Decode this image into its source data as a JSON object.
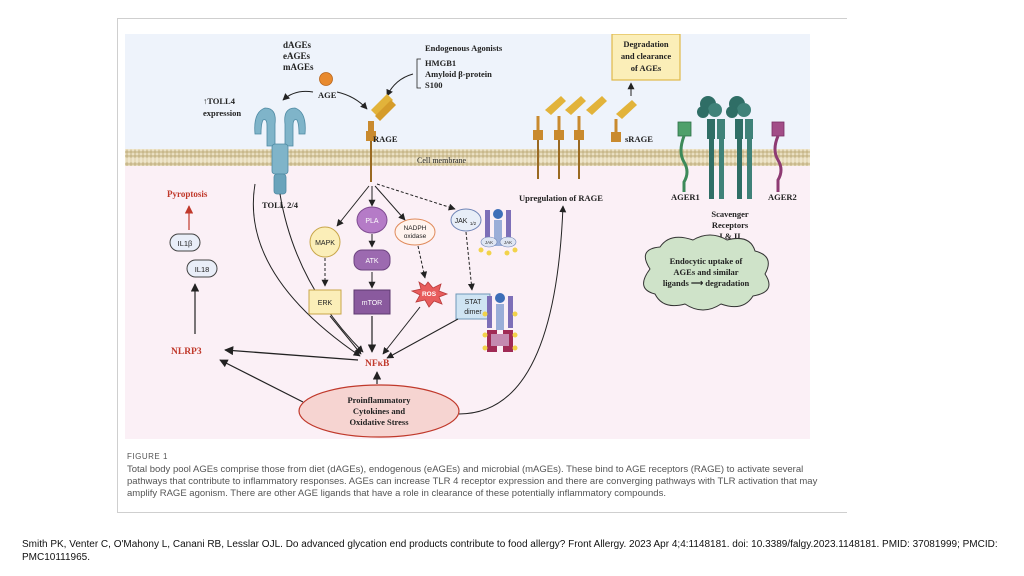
{
  "labels": {
    "ages_dages": "dAGEs",
    "ages_eages": "eAGEs",
    "ages_mages": "mAGEs",
    "age": "AGE",
    "toll4_expression_line1": "↑TOLL4",
    "toll4_expression_line2": "expression",
    "endogenous_agonists_title": "Endogenous Agonists",
    "agonist_hmgb1": "HMGB1",
    "agonist_amyloid": "Amyloid β-protein",
    "agonist_s100": "S100",
    "degradation_line1": "Degradation",
    "degradation_line2": "and clearance",
    "degradation_line3": "of AGEs",
    "rage": "RAGE",
    "srage": "sRAGE",
    "cell_membrane": "Cell membrane",
    "pyroptosis": "Pyroptosis",
    "toll24": "TOLL 2/4",
    "upregulation": "Upregulation of RAGE",
    "ager1": "AGER1",
    "ager2": "AGER2",
    "scavenger_line1": "Scavenger",
    "scavenger_line2": "Receptors",
    "scavenger_line3": "I & II",
    "il1b": "IL1β",
    "il18": "IL18",
    "mapk": "MAPK",
    "pla": "PLA",
    "nadph_line1": "NADPH",
    "nadph_line2": "oxidase",
    "jak": "JAK",
    "jak_sub": "1/2",
    "jak_small": "JAK",
    "atk": "ATK",
    "ros": "ROS",
    "erk": "ERK",
    "mtor": "mTOR",
    "stat_line1": "STAT",
    "stat_line2": "dimer",
    "nlrp3": "NLRP3",
    "nfkb": "NFκB",
    "endocytic_line1": "Endocytic uptake of",
    "endocytic_line2": "AGEs and similar",
    "endocytic_line3": "ligands ⟶ degradation",
    "proinflam_line1": "Proinflammatory",
    "proinflam_line2": "Cytokines and",
    "proinflam_line3": "Oxidative Stress"
  },
  "figure_label": "FIGURE 1",
  "caption": "Total body pool AGEs comprise those from diet (dAGEs), endogenous (eAGEs) and microbial (mAGEs). These bind to AGE receptors (RAGE) to activate several pathways that contribute to inflammatory responses. AGEs can increase TLR 4 receptor expression and there are converging pathways with TLR activation that may amplify RAGE agonism. There are other AGE ligands that have a role in clearance of these potentially inflammatory compounds.",
  "citation": "Smith PK, Venter C, O'Mahony L, Canani RB, Lesslar OJL. Do advanced glycation end products contribute to food allergy? Front Allergy. 2023 Apr 4;4:1148181. doi: 10.3389/falgy.2023.1148181. PMID: 37081999; PMCID: PMC10111965.",
  "colors": {
    "background_top": "#eef3fb",
    "background_bottom": "#fbf0f6",
    "membrane": "#d7c9a3",
    "receptor_blue": "#7fb4c9",
    "rage_gold": "#e2b33a",
    "rage_body": "#c98a2e",
    "pyroptosis_red": "#c0392b",
    "nfkb_red": "#c0392b",
    "ager_green": "#3d8a5a",
    "scavenger_teal": "#2f6e66",
    "ager2_purple": "#8e3a73"
  }
}
